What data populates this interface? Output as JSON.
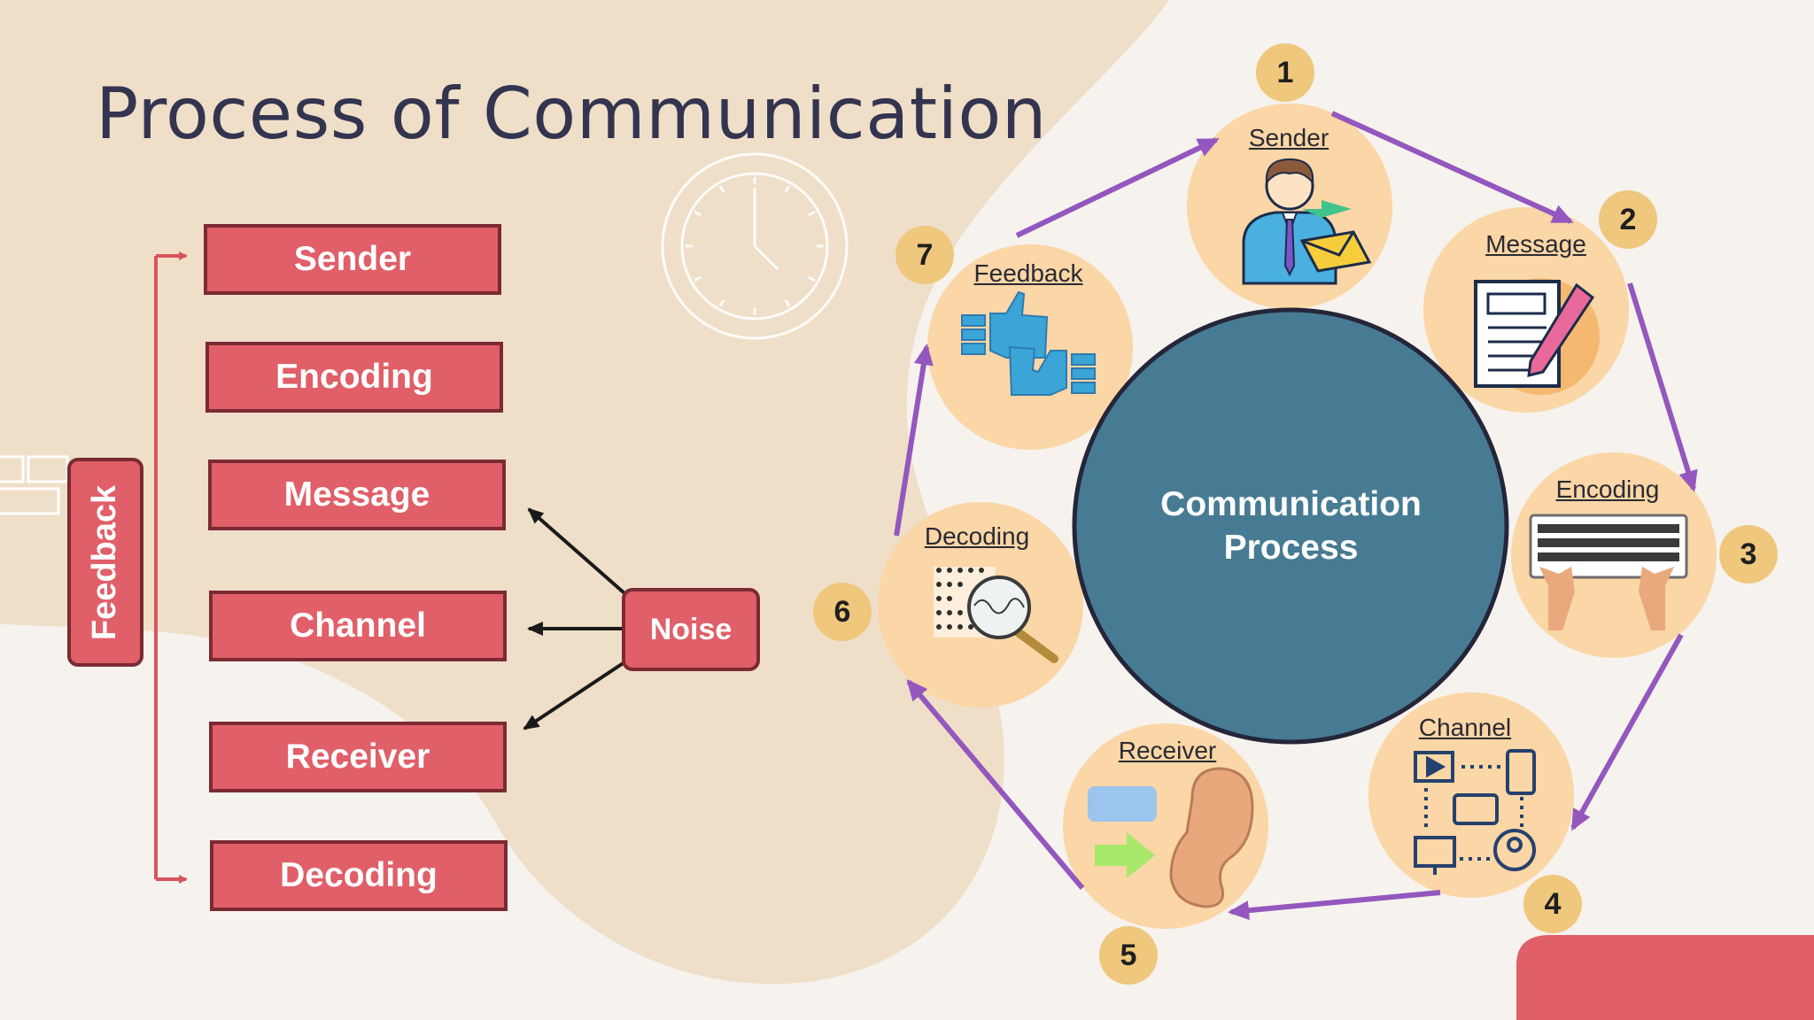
{
  "title": "Process of Communication",
  "left_diagram": {
    "stages": [
      "Sender",
      "Encoding",
      "Message",
      "Channel",
      "Receiver",
      "Decoding"
    ],
    "feedback_label": "Feedback",
    "noise_label": "Noise"
  },
  "cycle": {
    "center_text_line1": "Communication",
    "center_text_line2": "Process",
    "nodes": [
      {
        "number": "1",
        "label": "Sender",
        "icon": "sender-person-icon"
      },
      {
        "number": "2",
        "label": "Message",
        "icon": "message-document-icon"
      },
      {
        "number": "3",
        "label": "Encoding",
        "icon": "keyboard-icon"
      },
      {
        "number": "4",
        "label": "Channel",
        "icon": "channel-network-icon"
      },
      {
        "number": "5",
        "label": "Receiver",
        "icon": "ear-icon"
      },
      {
        "number": "6",
        "label": "Decoding",
        "icon": "magnifier-icon"
      },
      {
        "number": "7",
        "label": "Feedback",
        "icon": "thumbs-up-icon"
      }
    ]
  },
  "colors": {
    "box_fill": "#e05f68",
    "box_border": "#7b2a33",
    "center_circle": "#467b93",
    "arrow_purple": "#9457be",
    "node_circle": "#fbd6a6",
    "number_badge": "#efc77d",
    "beige_blob": "#efdfc8"
  }
}
